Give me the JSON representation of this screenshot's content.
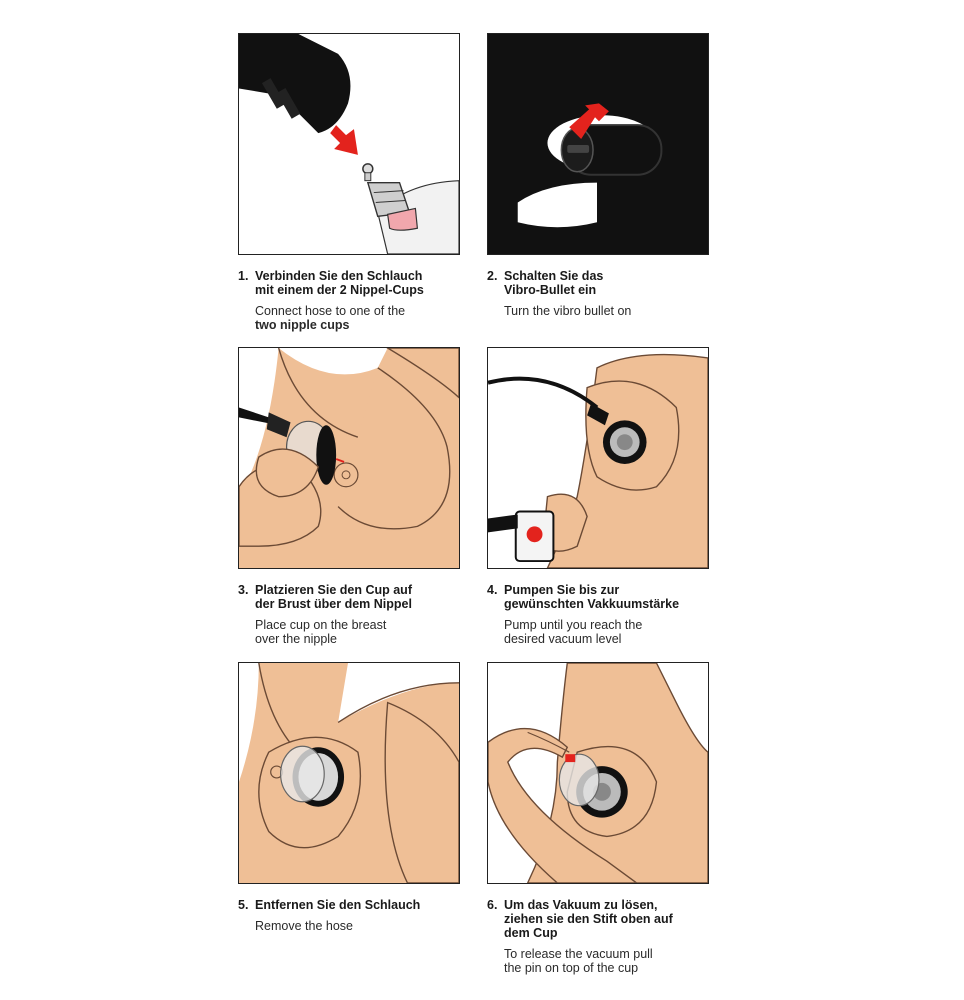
{
  "colors": {
    "skin": "#efbf96",
    "skin_line": "#6b4a35",
    "device": "#111111",
    "arrow": "#e3231d",
    "cup": "#c9c9c9"
  },
  "steps": [
    {
      "num": "1.",
      "de": "Verbinden Sie den Schlauch\nmit einem der 2 Nippel-Cups",
      "en_plain": "Connect hose to one of the\n",
      "en_bold": "two nipple cups",
      "image": "hose-connector-illustration"
    },
    {
      "num": "2.",
      "de": "Schalten Sie das\nVibro-Bullet ein",
      "en_plain": "Turn the vibro bullet on",
      "en_bold": "",
      "image": "vibro-bullet-illustration"
    },
    {
      "num": "3.",
      "de": "Platzieren Sie den Cup auf\nder Brust über dem Nippel",
      "en_plain": "Place cup on the breast\nover the nipple",
      "en_bold": "",
      "image": "place-cup-illustration"
    },
    {
      "num": "4.",
      "de": "Pumpen Sie bis zur\ngewünschten Vakkuumstärke",
      "en_plain": "Pump until you reach the\ndesired vacuum level",
      "en_bold": "",
      "image": "pump-illustration"
    },
    {
      "num": "5.",
      "de": "Entfernen Sie den Schlauch",
      "en_plain": "Remove the hose",
      "en_bold": "",
      "image": "remove-hose-illustration"
    },
    {
      "num": "6.",
      "de": "Um das Vakuum zu lösen,\nziehen sie den Stift oben auf\ndem Cup",
      "en_plain": "To release the vacuum pull\nthe pin on top of the cup",
      "en_bold": "",
      "image": "release-pin-illustration"
    }
  ]
}
